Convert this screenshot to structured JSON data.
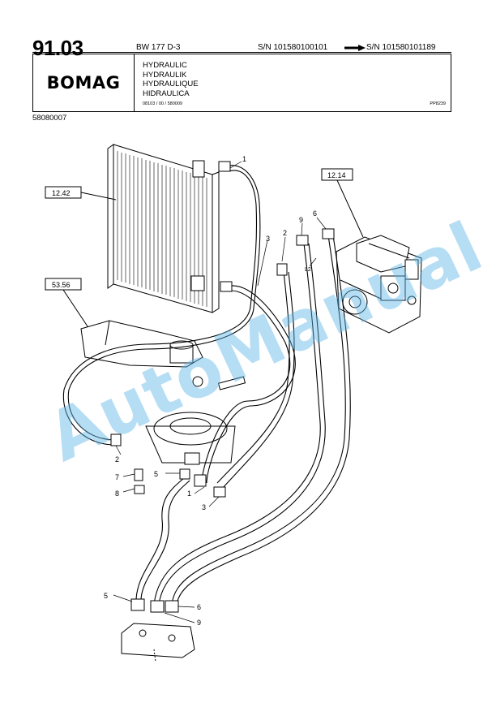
{
  "header": {
    "page_number": "91.03",
    "model": "BW 177 D-3",
    "sn_from": "S/N 101580100101",
    "sn_to": "S/N 101580101189",
    "brand": "BOMAG",
    "titles": [
      "HYDRAULIC",
      "HYDRAULIK",
      "HYDRAULIQUE",
      "HIDRAULICA"
    ],
    "doc_code": "08103 / 00 / 580009",
    "doc_ref": "PP8239"
  },
  "part_code": "58080007",
  "references": {
    "cooler": "12.42",
    "pump": "12.14",
    "tank": "53.56"
  },
  "callouts": {
    "c1_top": "1",
    "c3_top": "3",
    "c2_top": "2",
    "c9_top": "9",
    "c6_top": "6",
    "l2": "L2",
    "c2_left": "2",
    "c7": "7",
    "c8": "8",
    "c5_mid": "5",
    "c1_mid": "1",
    "c3_mid": "3",
    "c5_bot": "5",
    "c6_bot": "6",
    "c9_bot": "9"
  },
  "watermark": "AutoManual"
}
